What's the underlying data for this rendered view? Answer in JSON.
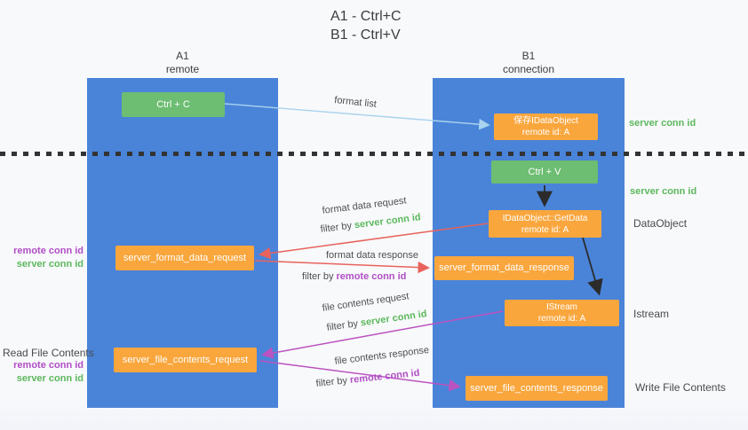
{
  "title": {
    "line1": "A1 - Ctrl+C",
    "line2": "B1 - Ctrl+V"
  },
  "lanes": {
    "a1": {
      "name": "A1",
      "subtitle": "remote"
    },
    "b1": {
      "name": "B1",
      "subtitle": "connection"
    }
  },
  "nodes": {
    "ctrl_c": {
      "label": "Ctrl + C"
    },
    "ctrl_v": {
      "label": "Ctrl + V"
    },
    "save_idataobject": {
      "line1": "保存IDataObject",
      "line2": "remote id: A"
    },
    "idataobject_getdata": {
      "line1": "IDataObject::GetData",
      "line2": "remote id: A"
    },
    "server_format_data_request": {
      "label": "server_format_data_request"
    },
    "server_format_data_response": {
      "label": "server_format_data_response"
    },
    "istream": {
      "line1": "IStream",
      "line2": "remote id: A"
    },
    "server_file_contents_request": {
      "label": "server_file_contents_request"
    },
    "server_file_contents_response": {
      "label": "server_file_contents_response"
    }
  },
  "arrow_labels": {
    "format_list": "format list",
    "format_data_request": "format data request",
    "format_data_response": "format data response",
    "file_contents_request": "file contents request",
    "file_contents_response": "file contents response",
    "filter_by": "filter by ",
    "server_conn_id": "server conn id",
    "remote_conn_id": "remote conn id"
  },
  "side_labels": {
    "right_server_conn_id_1": "server conn id",
    "right_server_conn_id_2": "server conn id",
    "dataobject": "DataObject",
    "istream": "Istream",
    "write_file_contents": "Write File Contents",
    "read_file_contents": "Read File Contents",
    "left_remote_conn_id_1": "remote conn id",
    "left_server_conn_id_1": "server conn id",
    "left_remote_conn_id_2": "remote conn id",
    "left_server_conn_id_2": "server conn id"
  },
  "colors": {
    "lane-blue": "#4a84d9",
    "box-green": "#6dbd72",
    "box-orange": "#f9a63d",
    "arrow-red": "#e8635c",
    "arrow-magenta": "#bb53c0",
    "arrow-blue": "#a9d3ee",
    "arrow-black": "#2b2b2b",
    "text-green": "#5cb85c",
    "text-purple": "#b04ec4",
    "text-dark": "#4a4a4a"
  }
}
